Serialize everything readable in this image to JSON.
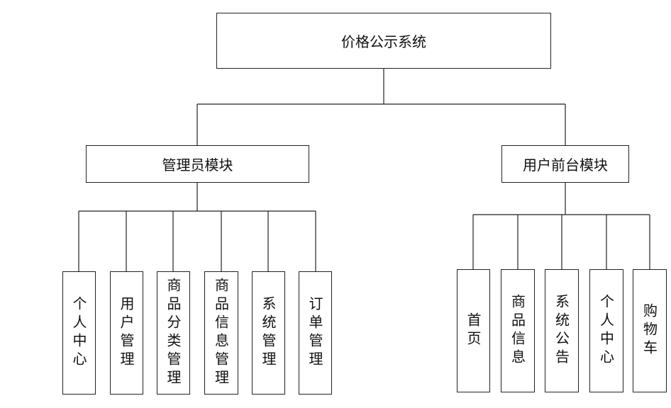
{
  "root": {
    "label": "价格公示系统"
  },
  "admin_module": {
    "label": "管理员模块",
    "children": [
      "个人中心",
      "用户管理",
      "商品分类管理",
      "商品信息管理",
      "系统管理",
      "订单管理"
    ]
  },
  "frontend_module": {
    "label": "用户前台模块",
    "children": [
      "首页",
      "商品信息",
      "系统公告",
      "个人中心",
      "购物车"
    ]
  }
}
